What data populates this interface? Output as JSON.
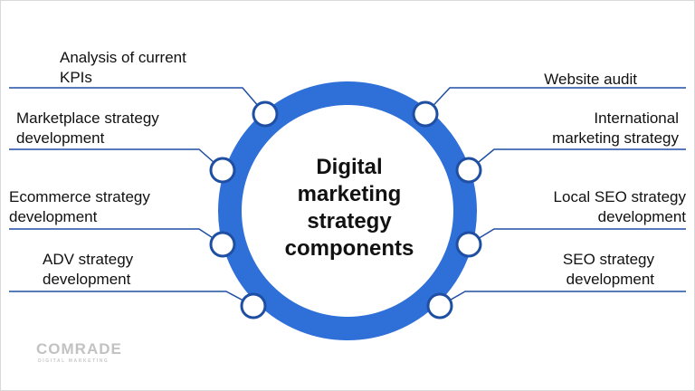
{
  "center_title": "Digital\nmarketing\nstrategy\ncomponents",
  "left_items": [
    {
      "label": "Analysis of current\nKPIs"
    },
    {
      "label": "Marketplace strategy\ndevelopment"
    },
    {
      "label": "Ecommerce strategy\ndevelopment"
    },
    {
      "label": "ADV strategy\ndevelopment"
    }
  ],
  "right_items": [
    {
      "label": "Website audit"
    },
    {
      "label": "International\nmarketing strategy"
    },
    {
      "label": "Local SEO strategy\ndevelopment"
    },
    {
      "label": "SEO strategy\ndevelopment"
    }
  ],
  "logo": {
    "name": "COMRADE",
    "tagline": "DIGITAL MARKETING"
  },
  "colors": {
    "ring": "#2f6fd8",
    "line": "#1f4fa3",
    "node_fill": "#ffffff",
    "text": "#111111",
    "logo": "#c2c2c2"
  }
}
